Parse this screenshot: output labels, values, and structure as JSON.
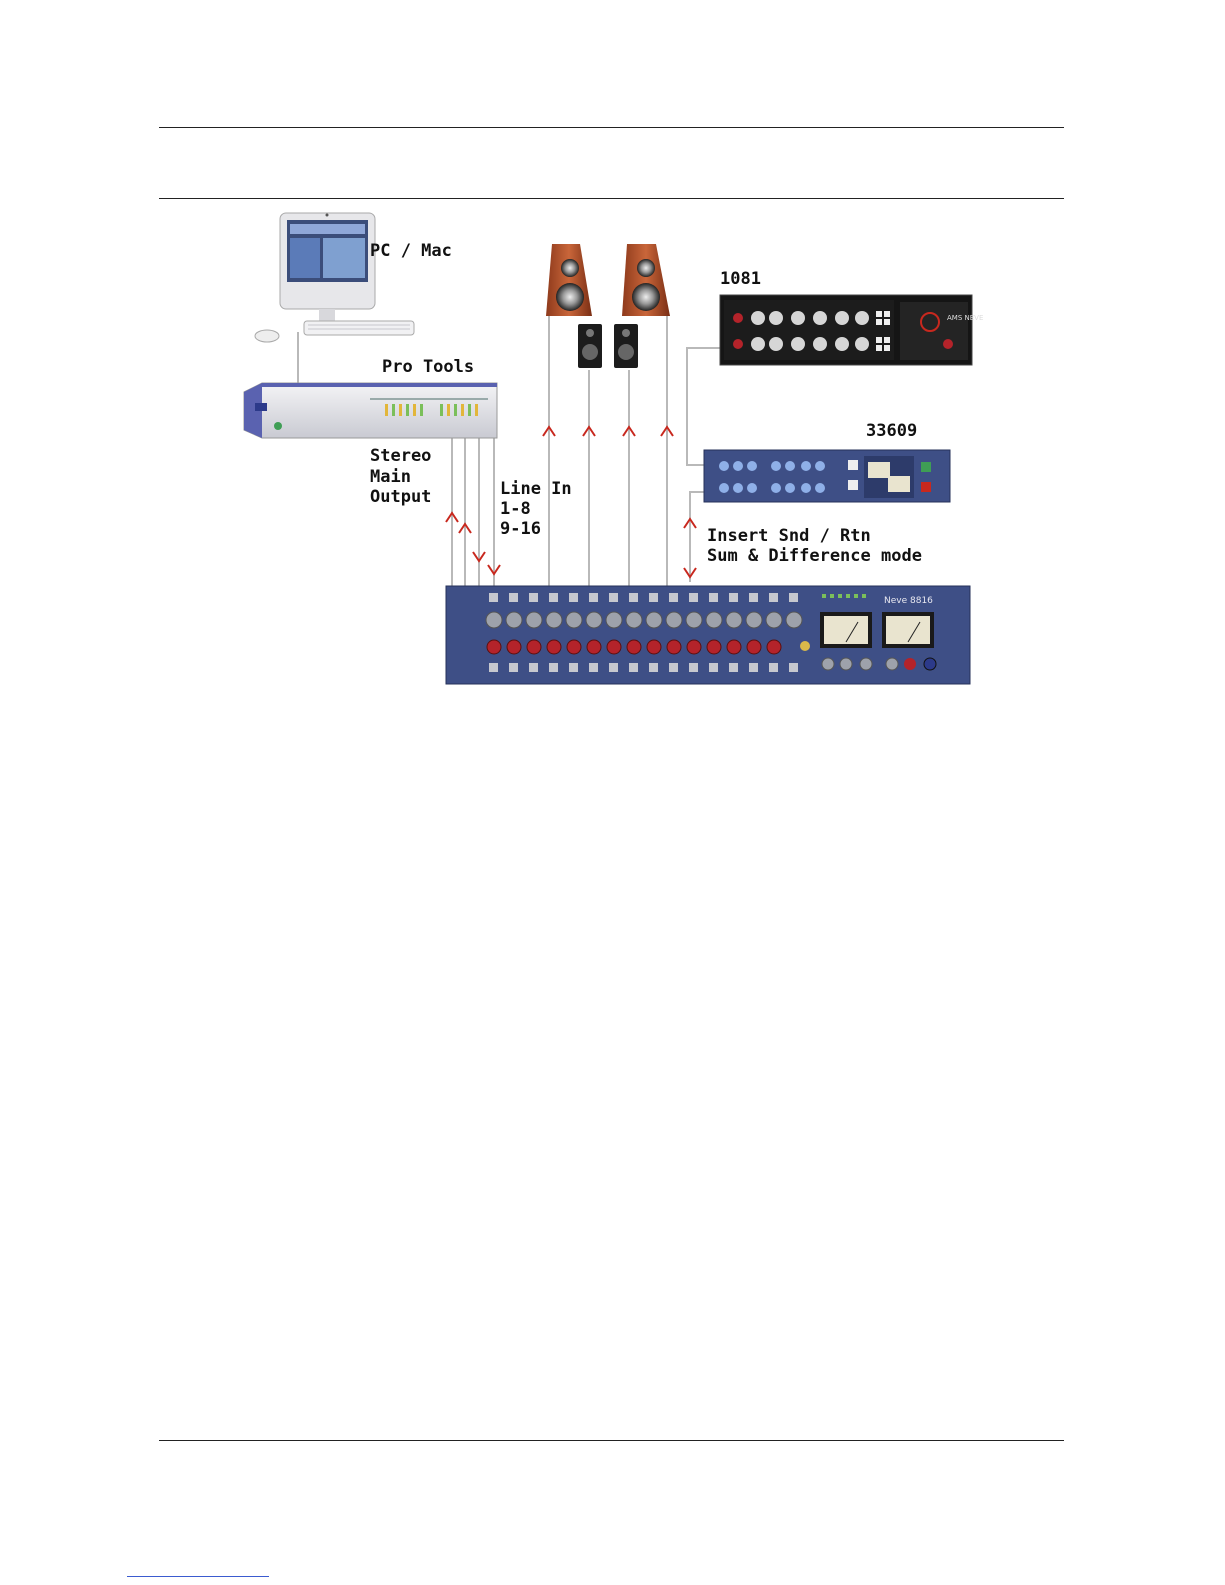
{
  "labels": {
    "computer": "PC / Mac",
    "interface": "Pro Tools",
    "eq": "1081",
    "compressor": "33609",
    "stereo_line1": "Stereo",
    "stereo_line2": "Main",
    "stereo_line3": "Output",
    "linein_line1": "Line In",
    "linein_line2": "1-8",
    "linein_line3": "9-16",
    "insert_line1": "Insert Snd / Rtn",
    "insert_line2": "Sum & Difference mode"
  },
  "device_text": {
    "eq_logo": "AMS NEVE",
    "mixer_brand": "Neve 8816"
  },
  "colors": {
    "cable": "#b9b9b9",
    "arrow": "#c8281e",
    "rack_blue": "#3e4f86",
    "speaker_wood": "#b8532c",
    "knob_red": "#b4232a"
  },
  "icons": {
    "computer": "imac-computer-icon",
    "interface": "pro-tools-interface-icon",
    "speakers": "studio-monitor-speakers-icon",
    "eq": "neve-1081-eq-icon",
    "compressor": "neve-33609-compressor-icon",
    "mixer": "neve-8816-summing-mixer-icon"
  }
}
